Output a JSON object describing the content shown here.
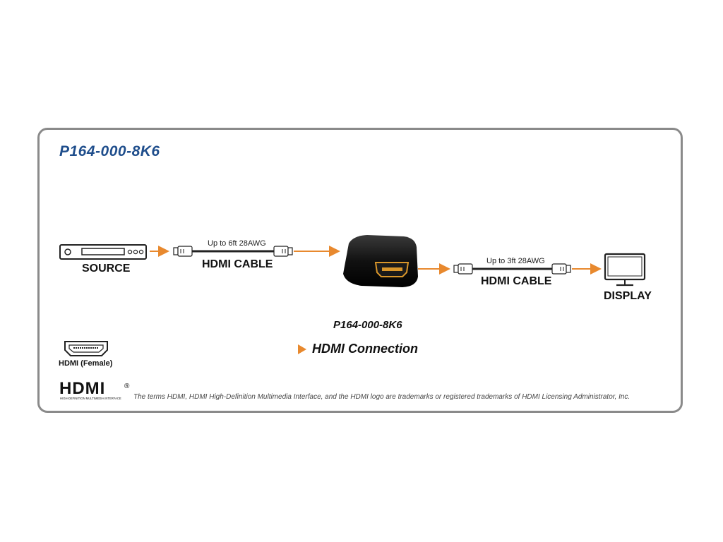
{
  "model": "P164-000-8K6",
  "source": {
    "label": "SOURCE"
  },
  "display": {
    "label": "DISPLAY"
  },
  "cable1": {
    "label": "HDMI CABLE",
    "spec": "Up to 6ft 28AWG"
  },
  "cable2": {
    "label": "HDMI CABLE",
    "spec": "Up to 3ft 28AWG"
  },
  "adapter": {
    "model": "P164-000-8K6"
  },
  "legend": {
    "connection": "HDMI Connection",
    "female": "HDMI (Female)"
  },
  "logo": {
    "text": "HDMI",
    "tagline": "HIGH-DEFINITION MULTIMEDIA INTERFACE",
    "mark": "®"
  },
  "trademark": "The terms HDMI, HDMI High-Definition Multimedia Interface, and the HDMI logo are trademarks or registered trademarks of HDMI Licensing Administrator, Inc.",
  "colors": {
    "accent": "#e8892e",
    "title": "#1f4e8c",
    "border": "#8a8a8a"
  }
}
